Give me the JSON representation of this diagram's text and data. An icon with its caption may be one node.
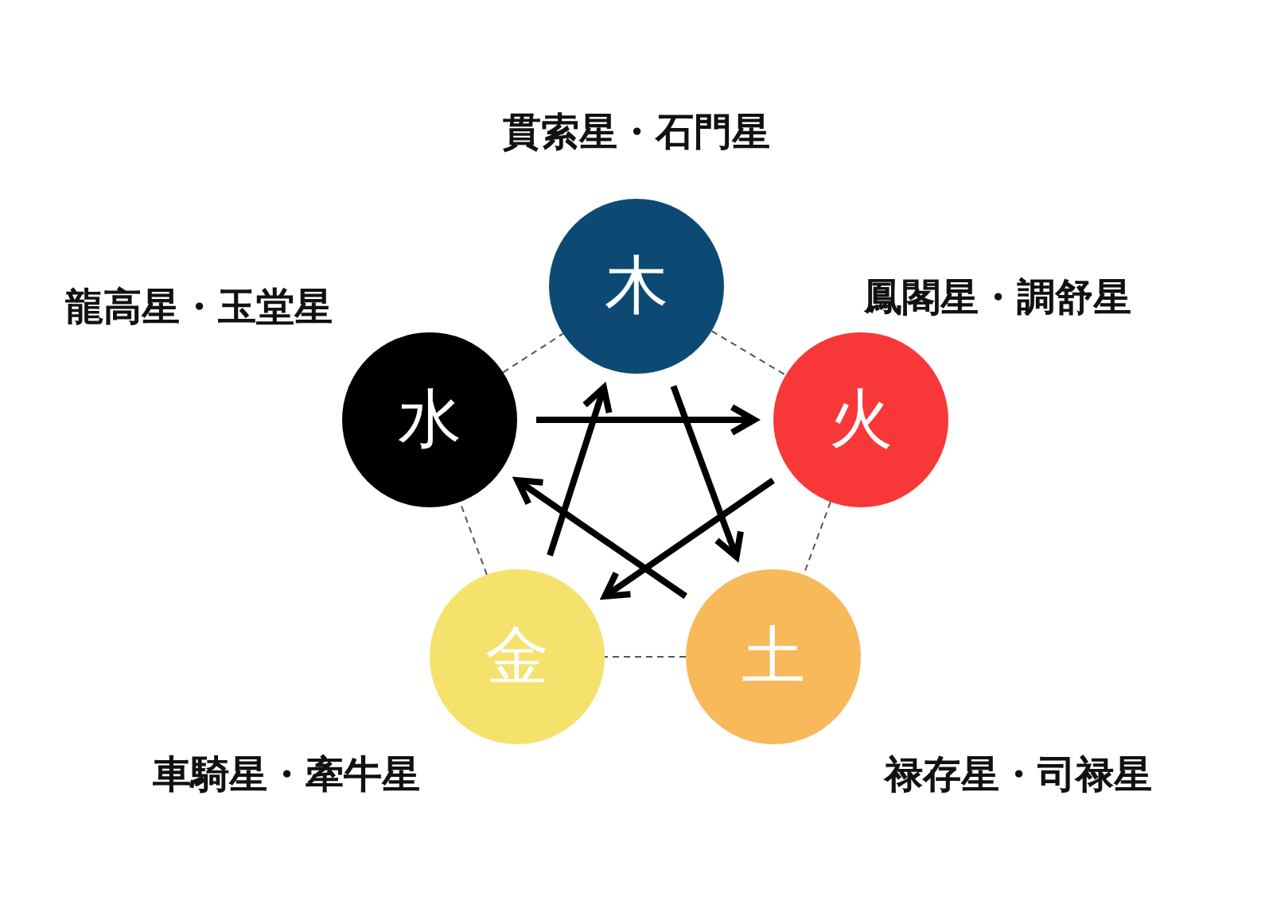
{
  "diagram": {
    "nodes": [
      {
        "text": [
          "木"
        ],
        "beside": [
          "貫索星・石門星"
        ]
      },
      {
        "text": [
          "火"
        ],
        "beside": [
          "鳳閣星・調舒星"
        ]
      },
      {
        "text": [
          "土"
        ],
        "beside": [
          "禄存星・司禄星"
        ]
      },
      {
        "text": [
          "金"
        ],
        "beside": [
          "車騎星・牽牛星"
        ]
      },
      {
        "text": [
          "水"
        ],
        "beside": [
          "龍高星・玉堂星"
        ]
      }
    ],
    "edges": [
      {
        "from": 0,
        "to": 1,
        "arrow": "none",
        "style": "dashed",
        "color": "#555555"
      },
      {
        "from": 1,
        "to": 2,
        "arrow": "none",
        "style": "dashed",
        "color": "#555555"
      },
      {
        "from": 2,
        "to": 3,
        "arrow": "none",
        "style": "dashed",
        "color": "#555555"
      },
      {
        "from": 3,
        "to": 4,
        "arrow": "none",
        "style": "dashed",
        "color": "#555555"
      },
      {
        "from": 4,
        "to": 0,
        "arrow": "none",
        "style": "dashed",
        "color": "#555555"
      },
      {
        "from": 4,
        "to": 1,
        "arrow": "to",
        "style": "thick"
      },
      {
        "from": 0,
        "to": 2,
        "arrow": "to",
        "style": "thick"
      },
      {
        "from": 1,
        "to": 3,
        "arrow": "to",
        "style": "thick"
      },
      {
        "from": 2,
        "to": 4,
        "arrow": "to",
        "style": "thick"
      },
      {
        "from": 3,
        "to": 0,
        "arrow": "to",
        "style": "thick"
      }
    ]
  }
}
